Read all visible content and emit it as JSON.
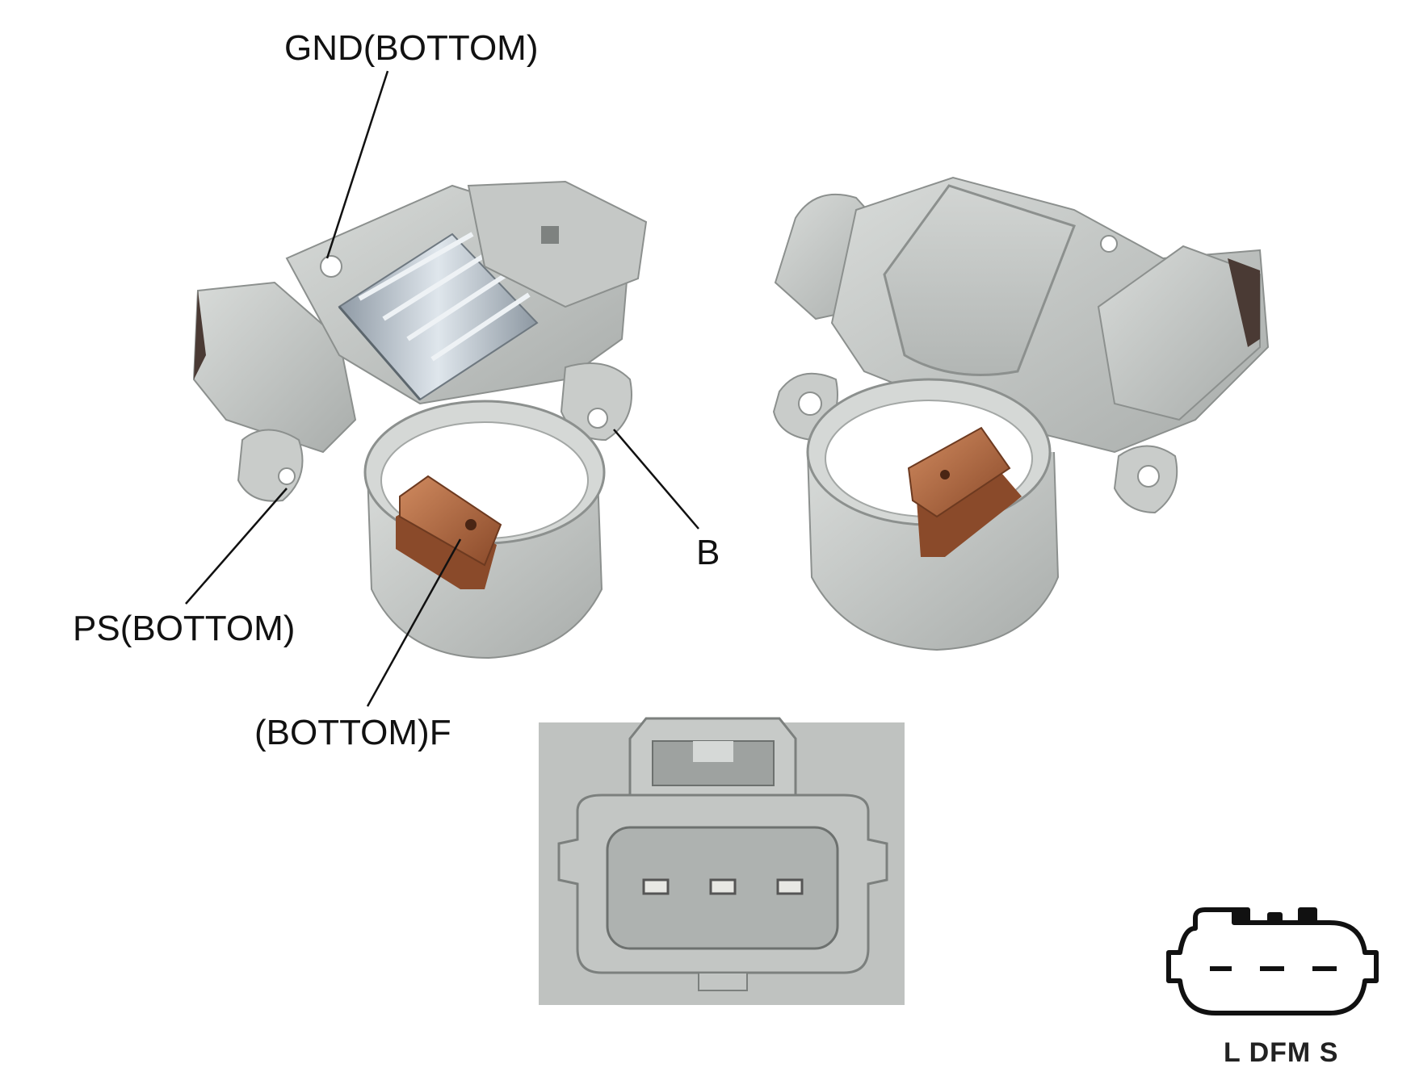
{
  "labels": {
    "gnd": "GND(BOTTOM)",
    "b": "B",
    "ps": "PS(BOTTOM)",
    "f": "(BOTTOM)F"
  },
  "pinout": {
    "label": "L DFM S",
    "pin_count": 3
  },
  "colors": {
    "housing": "#c7cac8",
    "housing_shadow": "#9da19f",
    "heatsink": "#b5c1cc",
    "brush": "#b3683f",
    "background": "#ffffff"
  }
}
